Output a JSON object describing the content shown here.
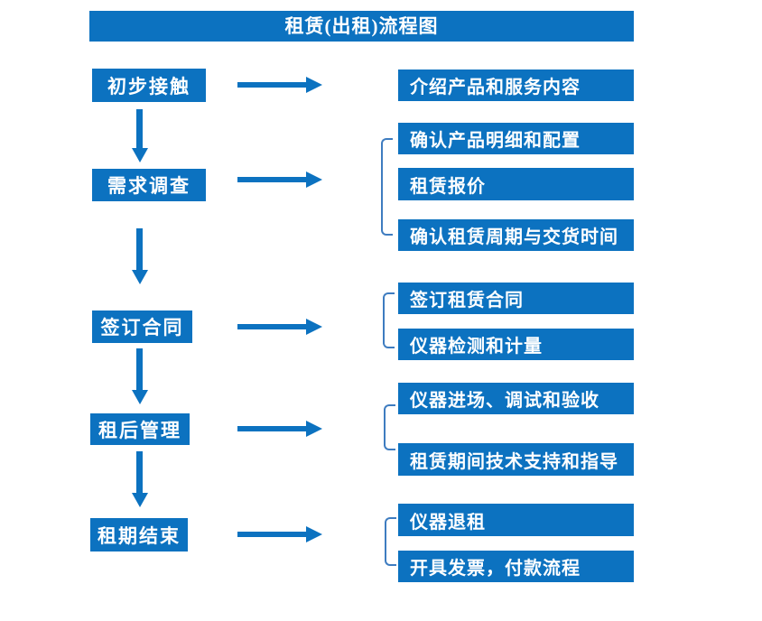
{
  "title": "租赁(出租)流程图",
  "colors": {
    "primary_blue": "#0C72C0",
    "bracket_blue": "#3E7CC0",
    "text_white": "#FFFFFF",
    "background": "#FFFFFF"
  },
  "flow": {
    "steps": [
      {
        "label": "初步接触",
        "details": [
          "介绍产品和服务内容"
        ]
      },
      {
        "label": "需求调查",
        "details": [
          "确认产品明细和配置",
          "租赁报价",
          "确认租赁周期与交货时间"
        ]
      },
      {
        "label": "签订合同",
        "details": [
          "签订租赁合同",
          "仪器检测和计量"
        ]
      },
      {
        "label": "租后管理",
        "details": [
          "仪器进场、调试和验收",
          "租赁期间技术支持和指导"
        ]
      },
      {
        "label": "租期结束",
        "details": [
          "仪器退租",
          "开具发票，付款流程"
        ]
      }
    ]
  }
}
